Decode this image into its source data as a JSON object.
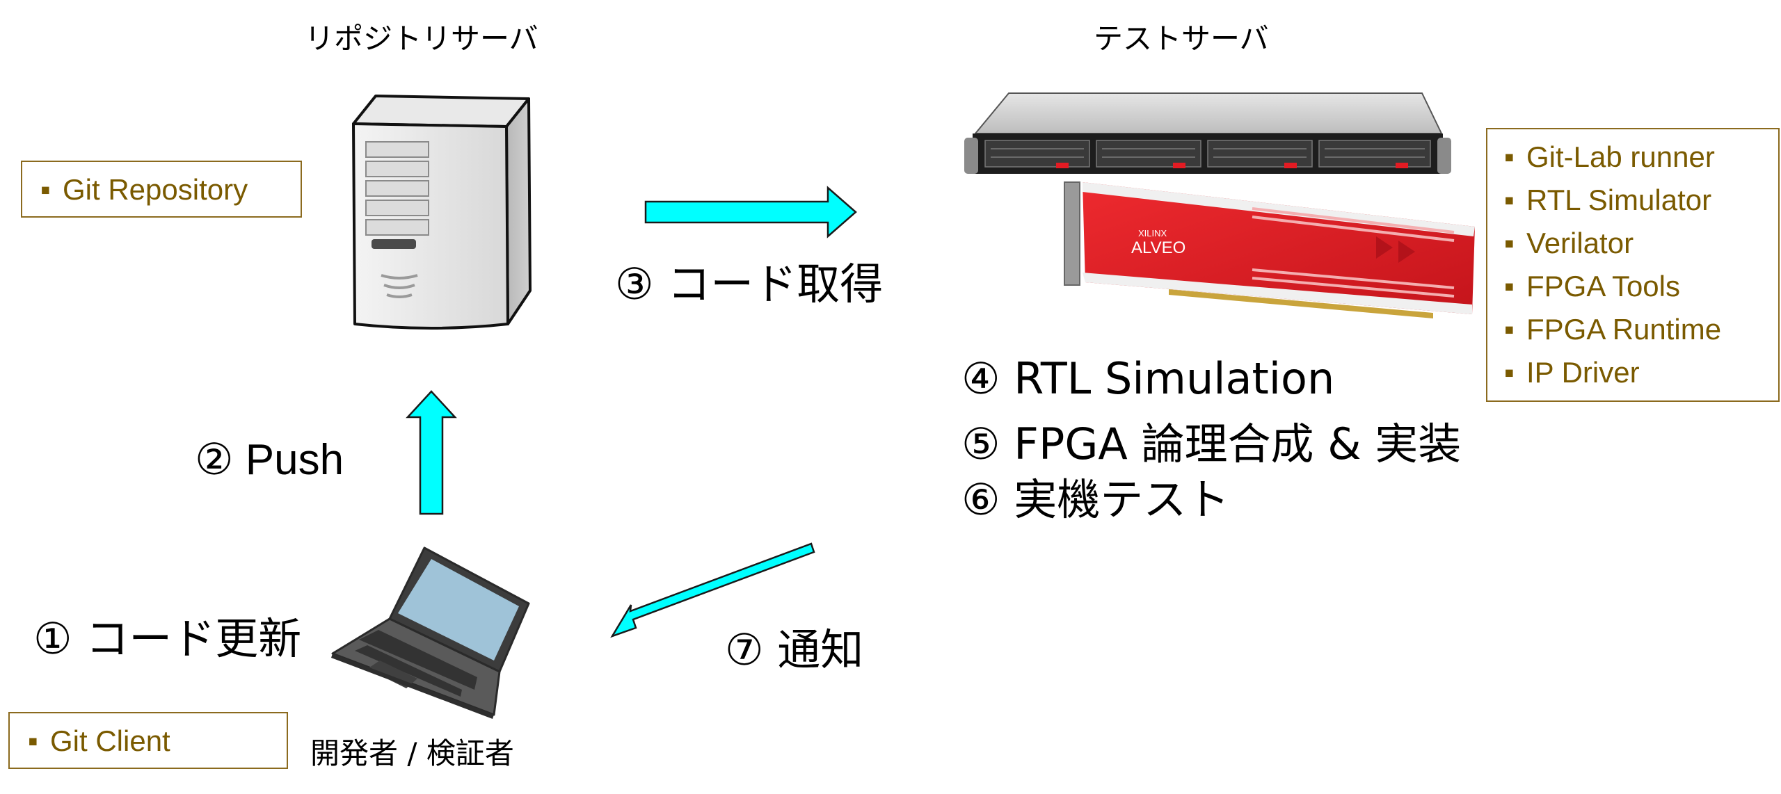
{
  "titles": {
    "repo_server": "リポジトリサーバ",
    "test_server": "テストサーバ",
    "developer": "開発者 / 検証者"
  },
  "steps": {
    "s1": "① コード更新",
    "s2": "② Push",
    "s3": "③ コード取得",
    "s4": "④ RTL Simulation",
    "s5": "⑤ FPGA 論理合成 & 実装",
    "s6": "⑥ 実機テスト",
    "s7": "⑦ 通知"
  },
  "boxes": {
    "repo": {
      "items": [
        "Git Repository"
      ]
    },
    "client": {
      "items": [
        "Git Client"
      ]
    },
    "test": {
      "items": [
        "Git-Lab runner",
        "RTL Simulator",
        "Verilator",
        "FPGA Tools",
        "FPGA Runtime",
        "IP Driver"
      ]
    }
  },
  "fpga_card": {
    "brand": "XILINX",
    "product": "ALVEO"
  },
  "colors": {
    "arrow": "#00ffff",
    "box_border": "#8b6a1e",
    "box_text": "#7a5a00",
    "card_red": "#e31b23"
  },
  "icons": {
    "repo_server": "tower-server-icon",
    "test_server": "rack-server-icon",
    "fpga_card": "fpga-accelerator-card-icon",
    "developer": "laptop-icon"
  }
}
